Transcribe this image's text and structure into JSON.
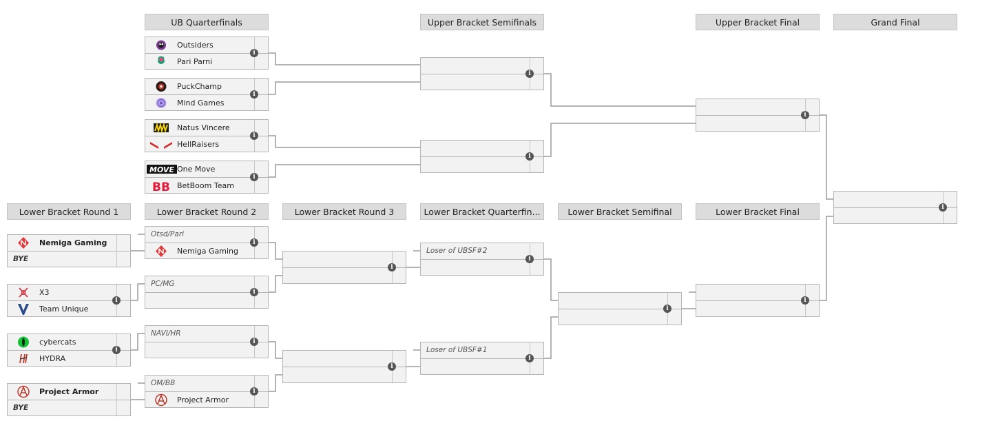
{
  "headers": {
    "ubqf": "UB Quarterfinals",
    "ubsf": "Upper Bracket Semifinals",
    "ubf": "Upper Bracket Final",
    "gf": "Grand Final",
    "lbr1": "Lower Bracket Round 1",
    "lbr2": "Lower Bracket Round 2",
    "lbr3": "Lower Bracket Round 3",
    "lbqf": "Lower Bracket Quarterfin...",
    "lbsf": "Lower Bracket Semifinal",
    "lbf": "Lower Bracket Final"
  },
  "teams": {
    "outsiders": "Outsiders",
    "pariparni": "Pari Parni",
    "puckchamp": "PuckChamp",
    "mindgames": "Mind Games",
    "navi": "Natus Vincere",
    "hellraisers": "HellRaisers",
    "onemove": "One Move",
    "betboom": "BetBoom Team",
    "nemiga": "Nemiga Gaming",
    "x3": "X3",
    "unique": "Team Unique",
    "cybercats": "cybercats",
    "hydra": "HYDRA",
    "armor": "Project Armor"
  },
  "logo_text": {
    "onemove": "MOVE",
    "betboom": "BB"
  },
  "placeholders": {
    "otsdpari": "Otsd/Pari",
    "pcmg": "PC/MG",
    "navihr": "NAVI/HR",
    "ombb": "OM/BB",
    "loser2": "Loser of UBSF#2",
    "loser1": "Loser of UBSF#1",
    "bye": "BYE"
  },
  "info_glyph": "i",
  "colors": {
    "header_bg": "#dcdcdc",
    "match_bg": "#f2f2f2",
    "line": "#9a9a9a"
  }
}
